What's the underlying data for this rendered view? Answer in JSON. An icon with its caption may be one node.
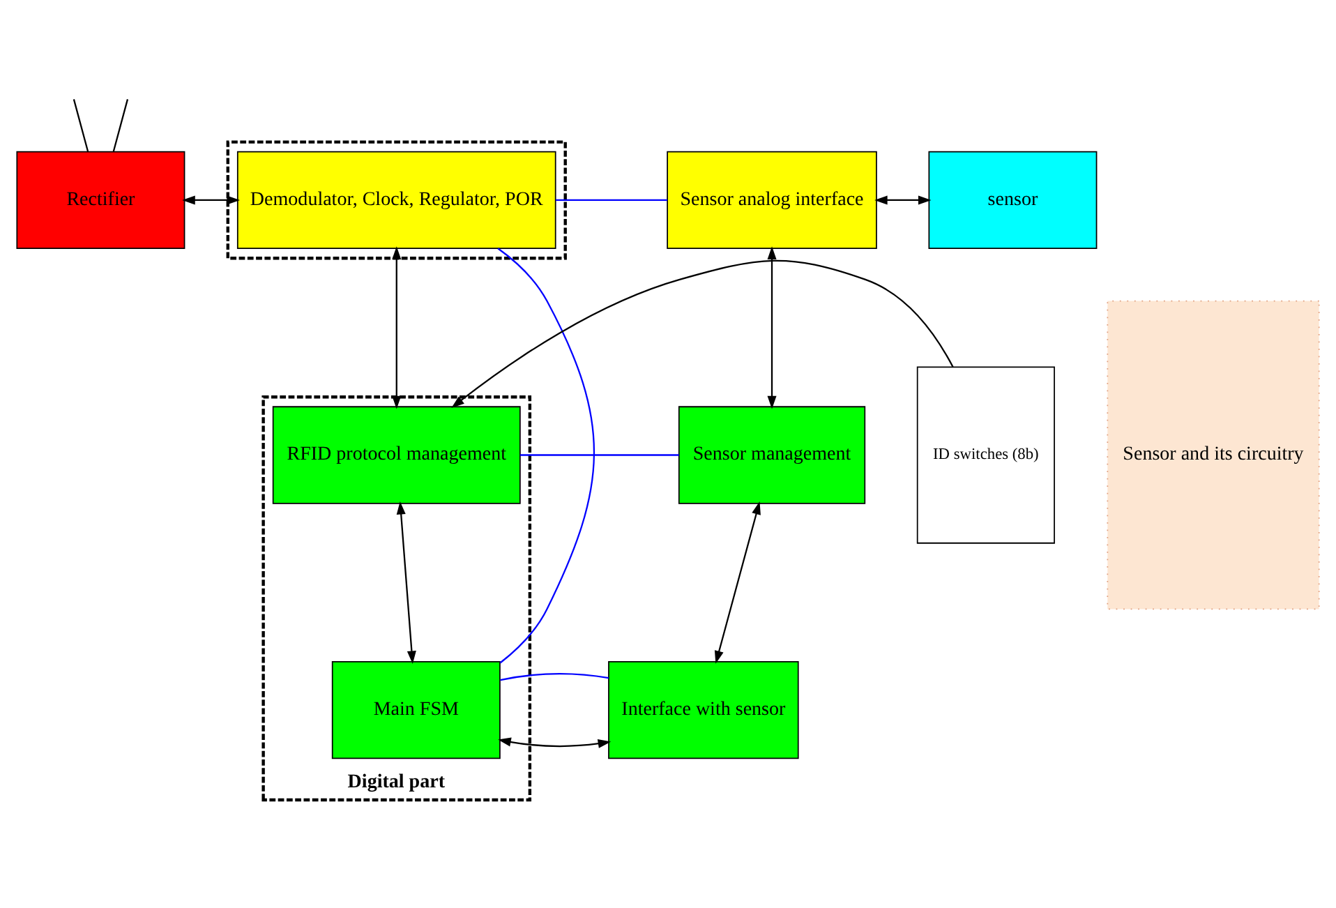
{
  "diagram": {
    "nodes": [
      {
        "text": [],
        "shape": "box"
      },
      {
        "text": [
          "Rectifier"
        ]
      },
      {
        "text": [
          "Demodulator, Clock, Regulator, POR"
        ],
        "in": 0
      },
      {
        "text": [
          "Sensor analog interface"
        ]
      },
      {
        "text": [
          "sensor"
        ]
      },
      {
        "text": [
          "Sensor and its circuitry"
        ]
      },
      {
        "text": [
          "Digital part"
        ]
      },
      {
        "text": [
          "ID switches (8b)"
        ]
      },
      {
        "text": [
          "RFID protocol management"
        ],
        "in": 6
      },
      {
        "text": [
          "Sensor management"
        ]
      },
      {
        "text": [
          "Main FSM"
        ],
        "in": 6
      },
      {
        "text": [
          "Interface with sensor"
        ]
      }
    ],
    "edges": [
      {
        "from": null,
        "to": 1,
        "arrow": "none"
      },
      {
        "from": null,
        "to": 1,
        "arrow": "none"
      },
      {
        "from": 1,
        "to": 2,
        "arrow": "both"
      },
      {
        "from": 3,
        "to": 4,
        "arrow": "both"
      },
      {
        "from": 2,
        "to": 3,
        "arrow": "none",
        "color": "#0000ff"
      },
      {
        "from": 2,
        "to": 8,
        "arrow": "both"
      },
      {
        "from": 3,
        "to": 9,
        "arrow": "both"
      },
      {
        "from": 7,
        "to": 8,
        "arrow": "to"
      },
      {
        "from": 8,
        "to": 9,
        "arrow": "none",
        "color": "#0000ff"
      },
      {
        "from": 8,
        "to": 10,
        "arrow": "both"
      },
      {
        "from": 9,
        "to": 11,
        "arrow": "both"
      },
      {
        "from": 10,
        "to": 11,
        "arrow": "both"
      },
      {
        "from": 10,
        "to": 11,
        "arrow": "none",
        "color": "#0000ff"
      },
      {
        "from": 2,
        "to": 10,
        "arrow": "none",
        "color": "#0000ff"
      }
    ]
  }
}
